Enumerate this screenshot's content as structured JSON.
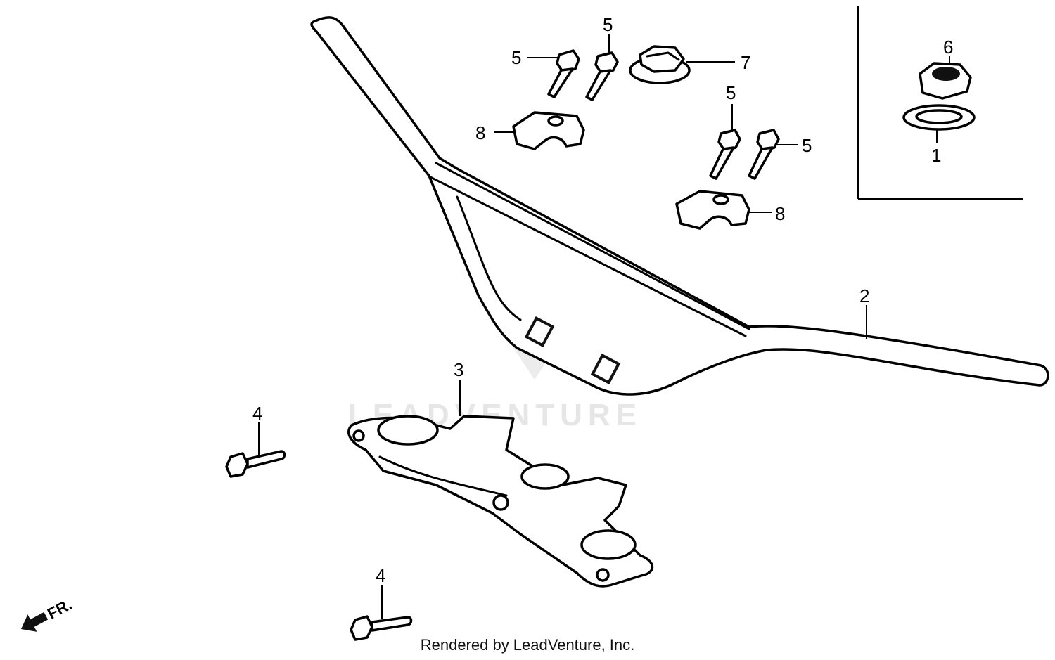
{
  "watermark": "LEADVENTURE",
  "front_indicator": "FR.",
  "footer": "Rendered by LeadVenture, Inc.",
  "callouts": {
    "washer": "1",
    "handlebar": "2",
    "top_bridge": "3",
    "bolt_upper": "4",
    "bolt_lower": "4",
    "bolt_a": "5",
    "bolt_b": "5",
    "bolt_c": "5",
    "bolt_d": "5",
    "stem_nut": "6",
    "flange_nut": "7",
    "holder_upper": "8",
    "holder_lower": "8"
  }
}
